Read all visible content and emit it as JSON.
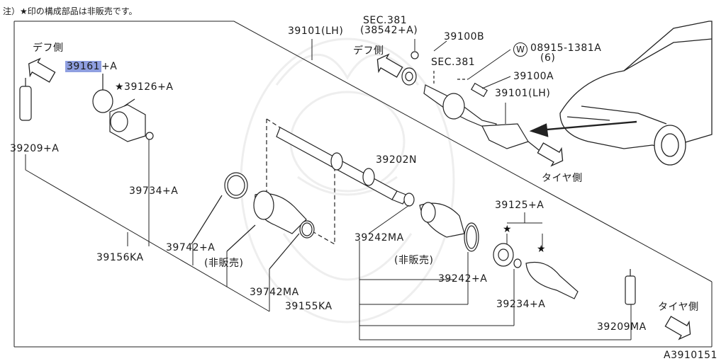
{
  "note": "注）★印の構成部品は非販売です。",
  "diagram_id": "A3910151",
  "labels": {
    "diff_side_left": "デフ側",
    "diff_side_right": "デフ側",
    "tire_side_right": "タイヤ側",
    "tire_side_bottom": "タイヤ側",
    "p39161": "39161",
    "p39161_suffix": "+A",
    "p39126": "★39126+A",
    "p39209_left": "39209+A",
    "p39734": "39734+A",
    "p39156": "39156KA",
    "p39742": "39742+A",
    "not_sold_1": "(非販売)",
    "p39742ma": "39742MA",
    "p39101_lh_top": "39101(LH)",
    "sec381_a": "SEC.381",
    "p38542": "(38542+A)",
    "p39100b": "39100B",
    "sec381_b": "SEC.381",
    "w_circle": "W",
    "p08915": "08915-1381A",
    "qty6": "(6)",
    "p39100a": "39100A",
    "p39101_lh_right": "39101(LH)",
    "p39202n": "39202N",
    "p39242ma": "39242MA",
    "not_sold_2": "(非販売)",
    "p39242": "39242+A",
    "p39155": "39155KA",
    "p39125": "39125+A",
    "p39234": "39234+A",
    "p39209ma": "39209MA"
  },
  "highlight_color": "#8f9fe0"
}
